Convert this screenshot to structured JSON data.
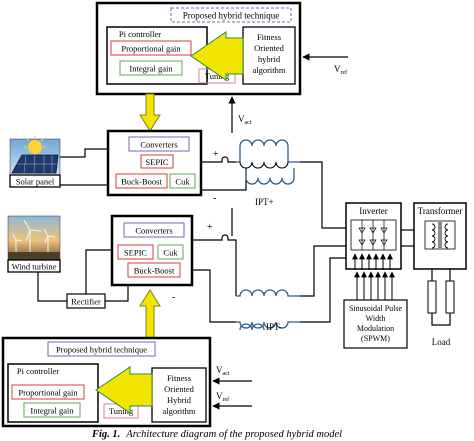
{
  "top_controller": {
    "technique_label": "Proposed hybrid technique",
    "pi_title": "Pi controller",
    "proportional_gain": "Proportional gain",
    "integral_gain": "Integral gain",
    "tuning": "Tuning",
    "fitness_lines": [
      "Fitness",
      "Oriented",
      "hybrid",
      "algorithm"
    ],
    "vref_main": "V",
    "vref_sub": "ref"
  },
  "solar_branch": {
    "panel_label": "Solar panel",
    "converters_title": "Converters",
    "sepic": "SEPIC",
    "buck_boost": "Buck-Boost",
    "cuk": "Cuk",
    "vact_main": "V",
    "vact_sub": "act",
    "plus": "+",
    "minus": "-",
    "ipt": "IPT+"
  },
  "wind_branch": {
    "turbine_label": "Wind turbine",
    "rectifier": "Rectifier",
    "converters_title": "Converters",
    "sepic": "SEPIC",
    "cuk": "Cuk",
    "buck_boost": "Buck-Boost",
    "plus": "+",
    "minus": "-",
    "ipt": "IPT-"
  },
  "output_side": {
    "inverter": "Inverter",
    "transformer": "Transformer",
    "spwm_lines": [
      "Sinusoidal Pulse",
      "Width",
      "Modulation",
      "(SPWM)"
    ],
    "load": "Load"
  },
  "bottom_controller": {
    "technique_label": "Proposed hybrid technique",
    "pi_title": "Pi controller",
    "proportional_gain": "Proportional gain",
    "integral_gain": "Integral gain",
    "tuning": "Tuning",
    "fitness_lines": [
      "Fitness",
      "Oriented",
      "Hybrid",
      "algorithm"
    ],
    "vact_main": "V",
    "vact_sub": "act",
    "vref_main": "V",
    "vref_sub": "ref"
  },
  "caption": {
    "fig": "Fig. 1.",
    "text": "Architecture diagram of the proposed hybrid model"
  },
  "colors": {
    "technique_dash": "#7b62b6",
    "red_box": "#d93b3b",
    "green_box": "#5fa85a",
    "pink_box": "#e07ab5",
    "gain_arrow": "#f2e600",
    "gain_arrow_outline": "#2e8b3e",
    "vertical_arrow": "#f2e600",
    "vertical_arrow_outline": "#8a7a2a"
  }
}
